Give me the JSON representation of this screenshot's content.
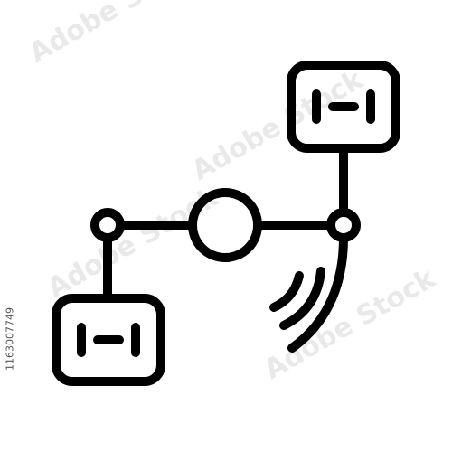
{
  "stock_id": "1163007749",
  "watermark_text": "Adobe Stock",
  "colors": {
    "background": "#ffffff",
    "stroke": "#000000",
    "watermark": "#e9e9e9"
  },
  "icon": {
    "name": "network-topology-icon",
    "parts": [
      "top-right-node-box",
      "bottom-left-node-box",
      "central-hub-circle",
      "left-junction-dot",
      "right-junction-dot",
      "wireless-signal-waves"
    ]
  }
}
